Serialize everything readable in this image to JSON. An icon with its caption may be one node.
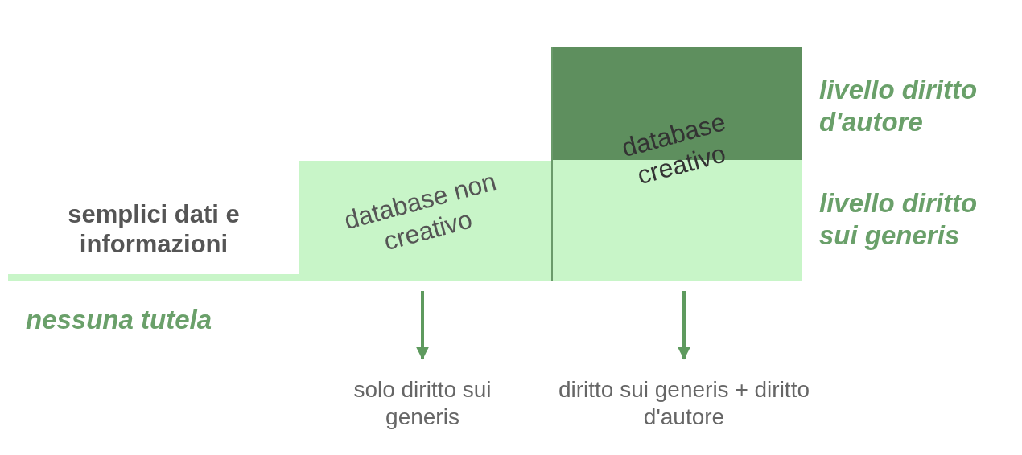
{
  "diagram": {
    "nodes": [
      {
        "text": [
          "semplici dati e informazioni"
        ]
      },
      {
        "text": [
          "database non creativo"
        ]
      },
      {
        "text": [
          "database creativo"
        ]
      },
      {
        "text": [
          "solo diritto sui generis"
        ]
      },
      {
        "text": [
          "diritto sui generis + diritto d'autore"
        ]
      }
    ],
    "edges": [
      {
        "from": 1,
        "to": 3,
        "arrow": "to"
      },
      {
        "from": 2,
        "to": 4,
        "arrow": "to"
      }
    ],
    "labels": [
      "livello diritto d'autore",
      "livello diritto sui generis",
      "nessuna tutela"
    ]
  }
}
